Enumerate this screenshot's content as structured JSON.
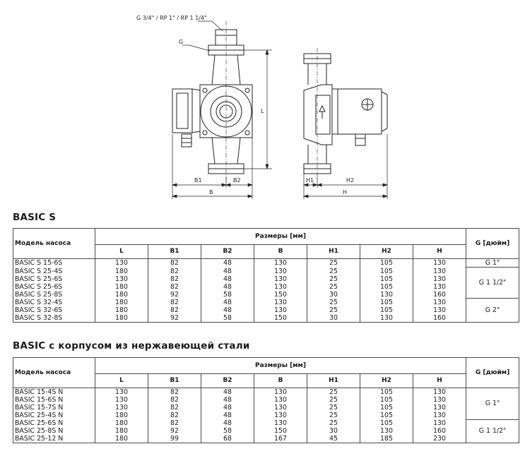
{
  "drawing": {
    "callout_thread": "G 3/4\" / RP 1\" / RP 1 1/4\"",
    "dim_g": "G",
    "dim_l": "L",
    "dim_b1": "B1",
    "dim_b2": "B2",
    "dim_b": "B",
    "dim_h1": "H1",
    "dim_h2": "H2",
    "dim_h": "H"
  },
  "colors": {
    "line": "#222222",
    "border": "#4a4a4a"
  },
  "columns": {
    "model": "Модель насоса",
    "sizes": "Размеры [мм]",
    "g": "G [дюйм]",
    "dims": [
      "L",
      "B1",
      "B2",
      "B",
      "H1",
      "H2",
      "H"
    ]
  },
  "section1": {
    "title": "BASIC S",
    "rows": [
      {
        "model": "BASIC S 15-6S",
        "v": [
          "130",
          "82",
          "48",
          "130",
          "25",
          "105",
          "130"
        ]
      },
      {
        "model": "BASIC S 25-4S",
        "v": [
          "180",
          "82",
          "48",
          "130",
          "25",
          "105",
          "130"
        ]
      },
      {
        "model": "BASIC S 25-6S",
        "v": [
          "130",
          "82",
          "48",
          "130",
          "25",
          "105",
          "130"
        ]
      },
      {
        "model": "BASIC S 25-6S",
        "v": [
          "180",
          "82",
          "48",
          "130",
          "25",
          "105",
          "130"
        ]
      },
      {
        "model": "BASIC S 25-8S",
        "v": [
          "180",
          "92",
          "58",
          "150",
          "30",
          "130",
          "160"
        ]
      },
      {
        "model": "BASIC S 32-4S",
        "v": [
          "180",
          "82",
          "48",
          "130",
          "25",
          "105",
          "130"
        ]
      },
      {
        "model": "BASIC S 32-6S",
        "v": [
          "180",
          "82",
          "48",
          "130",
          "25",
          "105",
          "130"
        ]
      },
      {
        "model": "BASIC S 32-8S",
        "v": [
          "180",
          "92",
          "58",
          "150",
          "30",
          "130",
          "160"
        ]
      }
    ],
    "g_groups": [
      {
        "label": "G 1\"",
        "span": 1
      },
      {
        "label": "G 1 1/2\"",
        "span": 4
      },
      {
        "label": "G 2\"",
        "span": 3
      }
    ]
  },
  "section2": {
    "title": "BASIC с корпусом из нержавеющей стали",
    "rows": [
      {
        "model": "BASIC 15-4S N",
        "v": [
          "130",
          "82",
          "48",
          "130",
          "25",
          "105",
          "130"
        ]
      },
      {
        "model": "BASIC 15-6S N",
        "v": [
          "130",
          "82",
          "48",
          "130",
          "25",
          "105",
          "130"
        ]
      },
      {
        "model": "BASIC 15-7S N",
        "v": [
          "130",
          "82",
          "48",
          "130",
          "25",
          "105",
          "130"
        ]
      },
      {
        "model": "BASIC 25-4S N",
        "v": [
          "180",
          "82",
          "48",
          "130",
          "25",
          "105",
          "130"
        ]
      },
      {
        "model": "BASIC 25-6S N",
        "v": [
          "180",
          "82",
          "48",
          "130",
          "25",
          "105",
          "130"
        ]
      },
      {
        "model": "BASIC 25-8S N",
        "v": [
          "180",
          "92",
          "58",
          "150",
          "30",
          "130",
          "160"
        ]
      },
      {
        "model": "BASIC 25-12 N",
        "v": [
          "180",
          "99",
          "68",
          "167",
          "45",
          "185",
          "230"
        ]
      }
    ],
    "g_groups": [
      {
        "label": "G 1\"",
        "span": 4
      },
      {
        "label": "G 1 1/2\"",
        "span": 3
      }
    ]
  }
}
